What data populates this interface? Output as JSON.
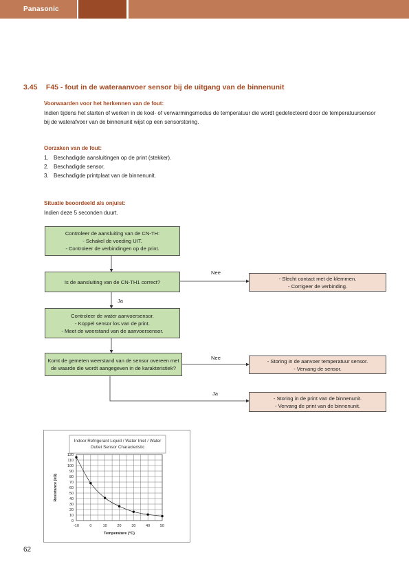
{
  "header": {
    "brand": "Panasonic"
  },
  "section": {
    "number": "3.45",
    "title": "F45 - fout in de wateraanvoer sensor bij de uitgang van de binnenunit"
  },
  "conditions": {
    "heading": "Voorwaarden voor het herkennen van de fout:",
    "text": "Indien tijdens het starten of werken in de koel- of verwarmingsmodus de temperatuur die wordt gedetecteerd door de temperatuursensor bij de waterafvoer van de binnenunit wijst op een sensorstoring."
  },
  "causes": {
    "heading": "Oorzaken van de fout:",
    "items": [
      {
        "n": "1.",
        "text": "Beschadigde aansluitingen op de print (stekker)."
      },
      {
        "n": "2.",
        "text": "Beschadigde sensor."
      },
      {
        "n": "3.",
        "text": "Beschadigde printplaat van de binnenunit."
      }
    ]
  },
  "situation": {
    "heading": "Situatie beoordeeld als onjuist:",
    "text": "Indien deze 5 seconden duurt."
  },
  "flow": {
    "box1": [
      "Controleer de aansluiting van de CN-TH:",
      "- Schakel de voeding UIT.",
      "- Controleer de verbindingen op de print."
    ],
    "box2": [
      "Is de aansluiting van de CN-TH1 correct?"
    ],
    "box3": [
      "- Slecht contact met de klemmen.",
      "- Corrigeer de verbinding."
    ],
    "box4": [
      "Controleer de water aanvoersensor.",
      "- Koppel sensor los van de print.",
      "- Meet de weerstand van de aanvoersensor."
    ],
    "box5": [
      "Komt de gemeten weerstand van de sensor overeen met",
      "de waarde die wordt aangegeven in de karakteristiek?"
    ],
    "box6": [
      "- Storing in de aanvoer temperatuur sensor.",
      "- Vervang de sensor."
    ],
    "box7": [
      "- Storing in de print van de binnenunit.",
      "- Vervang de print van de binnenunit."
    ],
    "nee1": "Nee",
    "ja1": "Ja",
    "nee2": "Nee",
    "ja2": "Ja"
  },
  "chart_data": {
    "type": "line",
    "title": "Indoor Refrigerant Liquid / Water Inlet / Water Outlet Sensor Characteristic",
    "title_lines": [
      "Indoor Refrigerant Liquid / Water Inlet / Water",
      "Outlet Sensor Characteristic"
    ],
    "xlabel": "Temperature (°C)",
    "ylabel": "Resistance (kΩ)",
    "xlim": [
      -10,
      50
    ],
    "ylim": [
      0,
      120
    ],
    "xticks": [
      -10,
      0,
      10,
      20,
      30,
      40,
      50
    ],
    "yticks": [
      0,
      10,
      20,
      30,
      40,
      50,
      60,
      70,
      80,
      90,
      100,
      110,
      120
    ],
    "grid": true,
    "x": [
      -10,
      0,
      10,
      20,
      30,
      40,
      50
    ],
    "y": [
      115,
      68,
      41,
      26,
      16,
      11,
      8
    ]
  },
  "page_number": "62"
}
